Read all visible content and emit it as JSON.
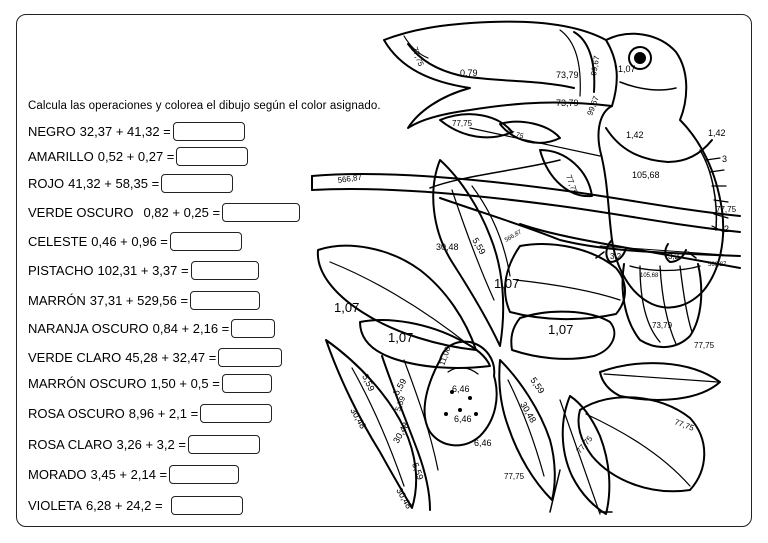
{
  "instruction": "Calcula las operaciones y colorea el dibujo según el color asignado.",
  "exercises": [
    {
      "label": "NEGRO",
      "operation": "32,37 + 41,32 ="
    },
    {
      "label": "AMARILLO",
      "operation": "0,52 + 0,27 ="
    },
    {
      "label": "ROJO",
      "operation": "41,32 + 58,35 ="
    },
    {
      "label": "VERDE OSCURO",
      "operation": "0,82 + 0,25 ="
    },
    {
      "label": "CELESTE",
      "operation": "0,46 + 0,96 ="
    },
    {
      "label": "PISTACHO",
      "operation": "102,31 + 3,37 ="
    },
    {
      "label": "MARRÓN",
      "operation": "37,31 + 529,56 ="
    },
    {
      "label": "NARANJA OSCURO",
      "operation": "0,84 + 2,16 ="
    },
    {
      "label": "VERDE CLARO",
      "operation": "45,28 + 32,47 ="
    },
    {
      "label": "MARRÓN OSCURO",
      "operation": "1,50 + 0,5 ="
    },
    {
      "label": "ROSA OSCURO",
      "operation": "8,96 + 2,1 ="
    },
    {
      "label": "ROSA CLARO",
      "operation": "3,26 + 3,2 ="
    },
    {
      "label": "MORADO",
      "operation": "3,45 + 2,14 ="
    },
    {
      "label": "VIOLETA",
      "operation": "6,28 + 24,2 ="
    }
  ],
  "drawing_labels": {
    "beak_tip": "77,75",
    "beak_yellow": "0,79",
    "beak_black_top": "73,79",
    "beak_black_bottom": "73,79",
    "beak_red_top": "99,67",
    "beak_red_bottom": "99,67",
    "eye": "1,07",
    "chest": "1,42",
    "chest_outer": "1,42",
    "belly": "105,68",
    "back_3": "3",
    "back_leaves": "77,75",
    "back_2": "2",
    "branch_left": "566,87",
    "branch_mid": "566,87",
    "branch_right": "566,87",
    "twig_leaf": "77,75",
    "twig_leaf_2": "77,75",
    "trunk": "77,75",
    "petal_top_left": "30,48",
    "petal_top_right": "5,59",
    "petal_big_left": "1,07",
    "petal_big_right": "1,07",
    "petal_low_left": "1,07",
    "petal_low_right": "1,07",
    "lip_neck": "11,06",
    "lip_a": "6,46",
    "lip_b": "6,46",
    "lip_bottom": "6,46",
    "petal_side_1": "5,59",
    "petal_side_2": "5,59",
    "petal_side_3": "5,59",
    "petal_side_4": "5,59",
    "petal_side_5": "5,59",
    "petal_side_6": "30,48",
    "petal_side_7": "30,48",
    "petal_side_8": "30,48",
    "petal_bottom": "30,48",
    "foot_left": "3,2",
    "foot_right": "3,2",
    "tail_top": "105,68",
    "tail_bottom": "73,79",
    "leaf_r1": "77,75",
    "leaf_r2": "77,75",
    "leaf_r3": "77,75",
    "leaf_ground": "77,75"
  }
}
